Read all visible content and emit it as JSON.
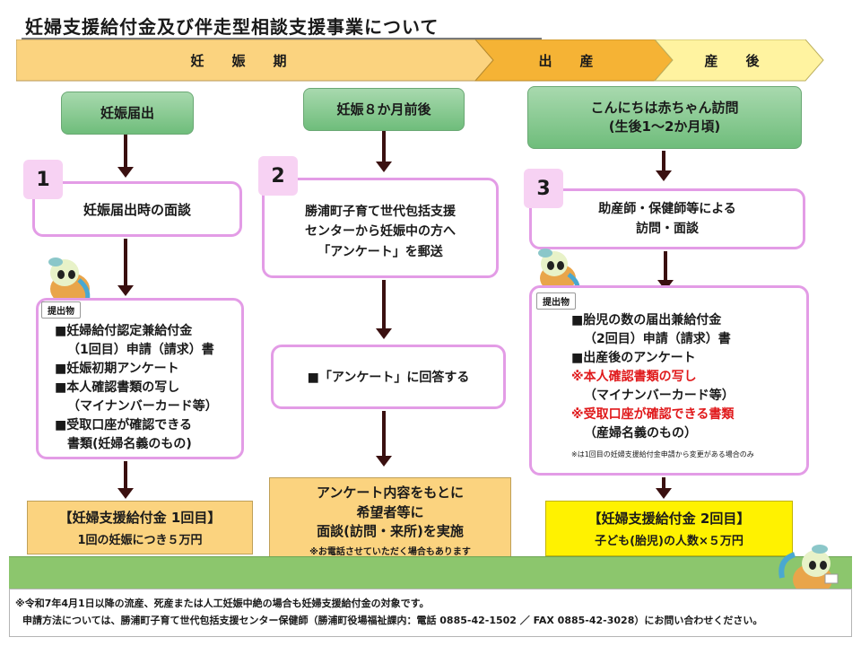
{
  "title": "妊婦支援給付金及び伴走型相談支援事業について",
  "phases": [
    "妊　娠　期",
    "出　産",
    "産　後"
  ],
  "colors": {
    "phase1": "#fbd37f",
    "phase2": "#f5b335",
    "phase3": "#fff3a0",
    "stage": "#7fc48a",
    "box_border": "#e39ce6",
    "pay1": "#fbd37f",
    "pay3": "#fff200",
    "green": "#8cc66d"
  },
  "col1": {
    "stage": "妊娠届出",
    "num": "1",
    "step": "妊娠届出時の面談",
    "tag": "提出物",
    "items": [
      "■妊婦給付認定兼給付金",
      "（1回目）申請（請求）書",
      "■妊娠初期アンケート",
      "■本人確認書類の写し",
      "（マイナンバーカード等）",
      "■受取口座が確認できる",
      "書類(妊婦名義のもの)"
    ],
    "pay_title": "【妊婦支援給付金 1回目】",
    "pay_sub": "1回の妊娠につき５万円"
  },
  "col2": {
    "stage": "妊娠８か月前後",
    "num": "2",
    "step_lines": [
      "勝浦町子育て世代包括支援",
      "センターから妊娠中の方へ",
      "「アンケート」を郵送"
    ],
    "answer": "■「アンケート」に回答する",
    "result_lines": [
      "アンケート内容をもとに",
      "希望者等に",
      "面談(訪問・来所)を実施"
    ],
    "result_note": "※お電話させていただく場合もあります"
  },
  "col3": {
    "stage_lines": [
      "こんにちは赤ちゃん訪問",
      "(生後1～2か月頃)"
    ],
    "num": "3",
    "step_lines": [
      "助産師・保健師等による",
      "訪問・面談"
    ],
    "tag": "提出物",
    "items": [
      "■胎児の数の届出兼給付金",
      "（2回目）申請（請求）書",
      "■出産後のアンケート"
    ],
    "red_items": [
      "※本人確認書類の写し",
      "（マイナンバーカード等）",
      "※受取口座が確認できる書類",
      "（産婦名義のもの）"
    ],
    "note": "※は1回目の妊婦支援給付金申請から変更がある場合のみ",
    "pay_title": "【妊婦支援給付金 2回目】",
    "pay_sub": "子ども(胎児)の人数×５万円"
  },
  "footer": {
    "line1": "※令和7年4月1日以降の流産、死産または人工妊娠中絶の場合も妊婦支援給付金の対象です。",
    "line2": "申請方法については、勝浦町子育て世代包括支援センター保健師（勝浦町役場福祉課内：電話 0885-42-1502 ／ FAX 0885-42-3028）にお問い合わせください。"
  }
}
